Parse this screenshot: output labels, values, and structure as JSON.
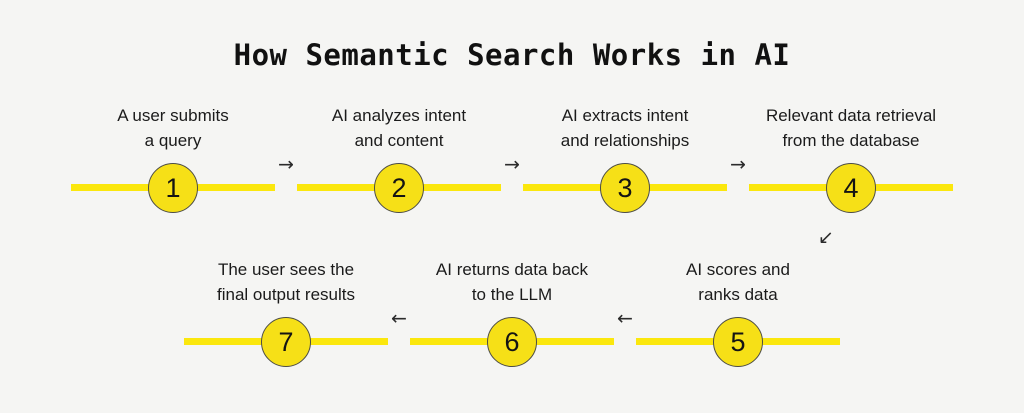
{
  "title": "How Semantic Search Works in AI",
  "colors": {
    "background": "#F5F5F3",
    "line_yellow": "#FBE70D",
    "circle_fill": "#F6E017",
    "circle_border": "#4D4D45",
    "text": "#1B1B1B",
    "arrow": "#2B2B2B"
  },
  "icons": {
    "arrow_right": "→",
    "arrow_left": "←",
    "arrow_down_left": "↙"
  },
  "steps": [
    {
      "number": "1",
      "label_line1": "A user submits",
      "label_line2": "a query"
    },
    {
      "number": "2",
      "label_line1": "AI analyzes intent",
      "label_line2": "and content"
    },
    {
      "number": "3",
      "label_line1": "AI extracts intent",
      "label_line2": "and relationships"
    },
    {
      "number": "4",
      "label_line1": "Relevant data retrieval",
      "label_line2": "from the database"
    },
    {
      "number": "5",
      "label_line1": "AI scores and",
      "label_line2": "ranks data"
    },
    {
      "number": "6",
      "label_line1": "AI returns data back",
      "label_line2": "to the LLM"
    },
    {
      "number": "7",
      "label_line1": "The user sees the",
      "label_line2": "final output results"
    }
  ]
}
